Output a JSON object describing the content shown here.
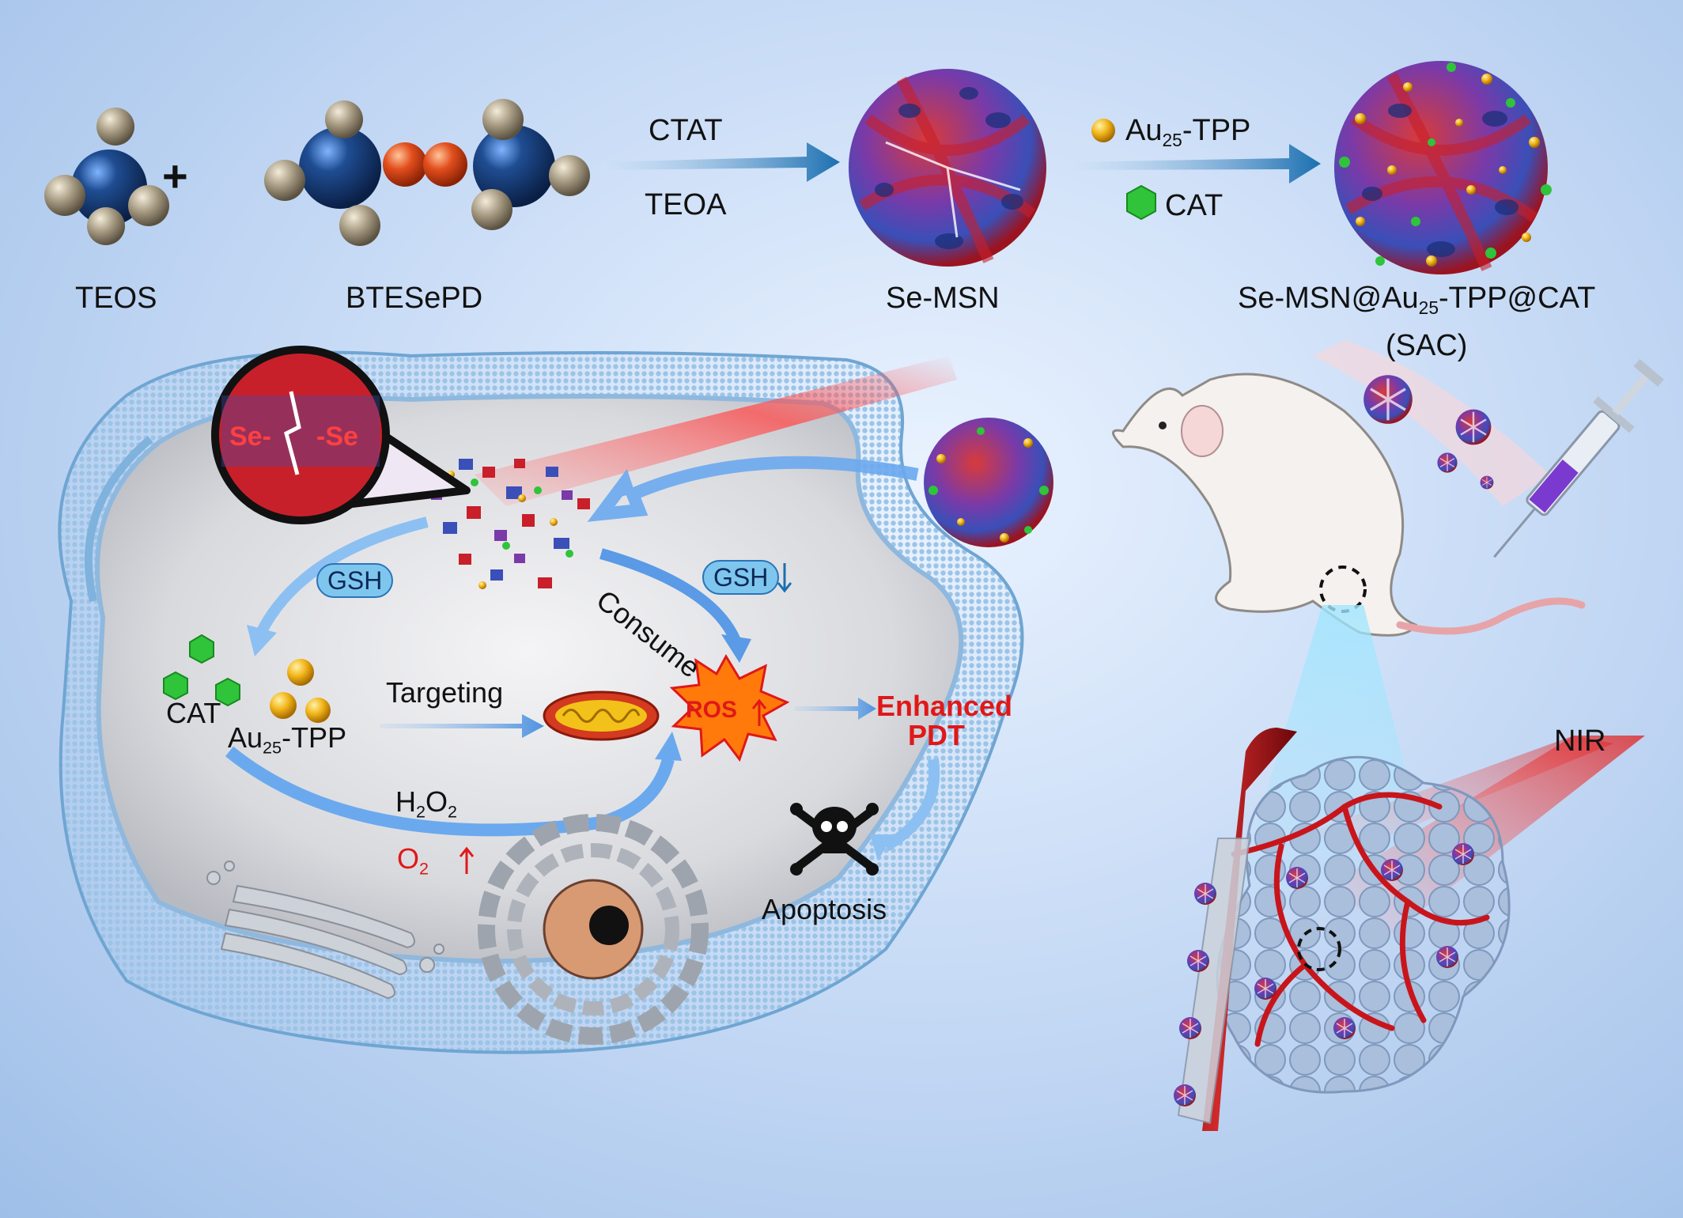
{
  "labels": {
    "teos": "TEOS",
    "btesepd": "BTESePD",
    "ctat": "CTAT",
    "teoa": "TEOA",
    "se_msn": "Se-MSN",
    "au_prefix": "Au",
    "au_sub": "25",
    "au_suffix": "-TPP",
    "cat": "CAT",
    "product_a": "Se-MSN@Au",
    "product_sub": "25",
    "product_b": "-TPP@CAT",
    "product_abbr": "(SAC)",
    "gsh_left": "GSH",
    "gsh_right": "GSH",
    "consume": "Consume",
    "targeting": "Targeting",
    "ros": "ROS",
    "enhanced": "Enhanced",
    "pdt": "PDT",
    "h2o2_h": "H",
    "h2o2_sub1": "2",
    "h2o2_o": "O",
    "h2o2_sub2": "2",
    "o2_o": "O",
    "o2_sub": "2",
    "apoptosis": "Apoptosis",
    "nir": "NIR",
    "sese_left": "Se-",
    "sese_right": "-Se",
    "plus": "+"
  },
  "colors": {
    "background": "#c9dcf6",
    "silica": "#1e4a8a",
    "selenium": "#e0501f",
    "nanoparticle_red": "#c8202a",
    "nanoparticle_blue": "#3a4fb8",
    "gold": "#f2b51a",
    "catalase": "#2fc43a",
    "membrane": "#7fb2dc",
    "blood": "#b3151b",
    "highlight_red": "#e01818"
  }
}
